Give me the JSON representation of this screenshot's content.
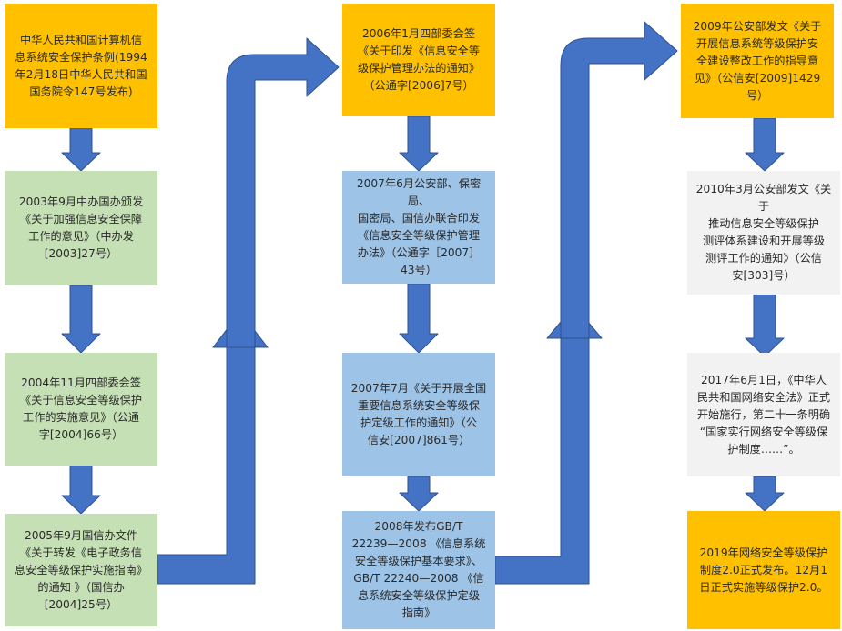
{
  "colors": {
    "arrow": "#4472c4",
    "arrow_edge": "#2f528f",
    "gold": "#ffc000",
    "green": "#c5e0b4",
    "blue": "#9dc3e6",
    "gray": "#f2f2f2"
  },
  "columns": [
    {
      "boxes": [
        {
          "lines": [
            "中华人民共和国计算机信",
            "息系统安全保护条例(1994",
            "年2月18日中华人民共和国",
            "国务院令147号发布)"
          ]
        },
        {
          "lines": [
            "2003年9月中办国办颁发",
            "《关于加强信息安全保障",
            "工作的意见》（中办发",
            "[2003]27号）"
          ]
        },
        {
          "lines": [
            "2004年11月四部委会签",
            "《关于信息安全等级保护",
            "工作的实施意见》（公通",
            "字[2004]66号）"
          ]
        },
        {
          "lines": [
            "2005年9月国信办文件",
            "《关于转发《电子政务信",
            "息安全等级保护实施指南》",
            "的通知 》（国信办",
            "[2004]25号）"
          ]
        }
      ]
    },
    {
      "boxes": [
        {
          "lines": [
            "2006年1月四部委会签",
            "《关于印发《信息安全等",
            "级保护管理办法的通知》",
            "（公通字[2006]7号）"
          ]
        },
        {
          "lines": [
            "2007年6月公安部、保密局、",
            "国密局、国信办联合印发",
            "《信息安全等级保护管理",
            "办法》（公通字［2007］",
            "43号）"
          ]
        },
        {
          "lines": [
            "2007年7月《关于开展全国",
            "重要信息系统安全等级保",
            "护定级工作的通知》（公",
            "信安[2007]861号）"
          ]
        },
        {
          "lines": [
            "2008年发布GB/T",
            "22239—2008 《信息系统",
            "安全等级保护基本要求》、",
            "GB/T 22240—2008 《信",
            "息系统安全等级保护定级",
            "指南》"
          ]
        }
      ]
    },
    {
      "boxes": [
        {
          "lines": [
            "2009年公安部发文《关于",
            "开展信息系统等级保护安",
            "全建设整改工作的指导意",
            "见》（公信安[2009]1429",
            "号）"
          ]
        },
        {
          "lines": [
            "2010年3月公安部发文《关于",
            "推动信息安全等级保护",
            "测评体系建设和开展等级",
            "测评工作的通知》（公信",
            "安[303]号）"
          ]
        },
        {
          "lines": [
            "2017年6月1日，《中华人",
            "民共和国网络安全法》正式",
            "开始施行，第二十一条明确",
            "“国家实行网络安全等级保",
            "护制度……”。"
          ]
        },
        {
          "lines": [
            "2019年网络安全等级保护",
            "制度2.0正式发布。12月1",
            "日正式实施等级保护2.0。"
          ]
        }
      ]
    }
  ]
}
